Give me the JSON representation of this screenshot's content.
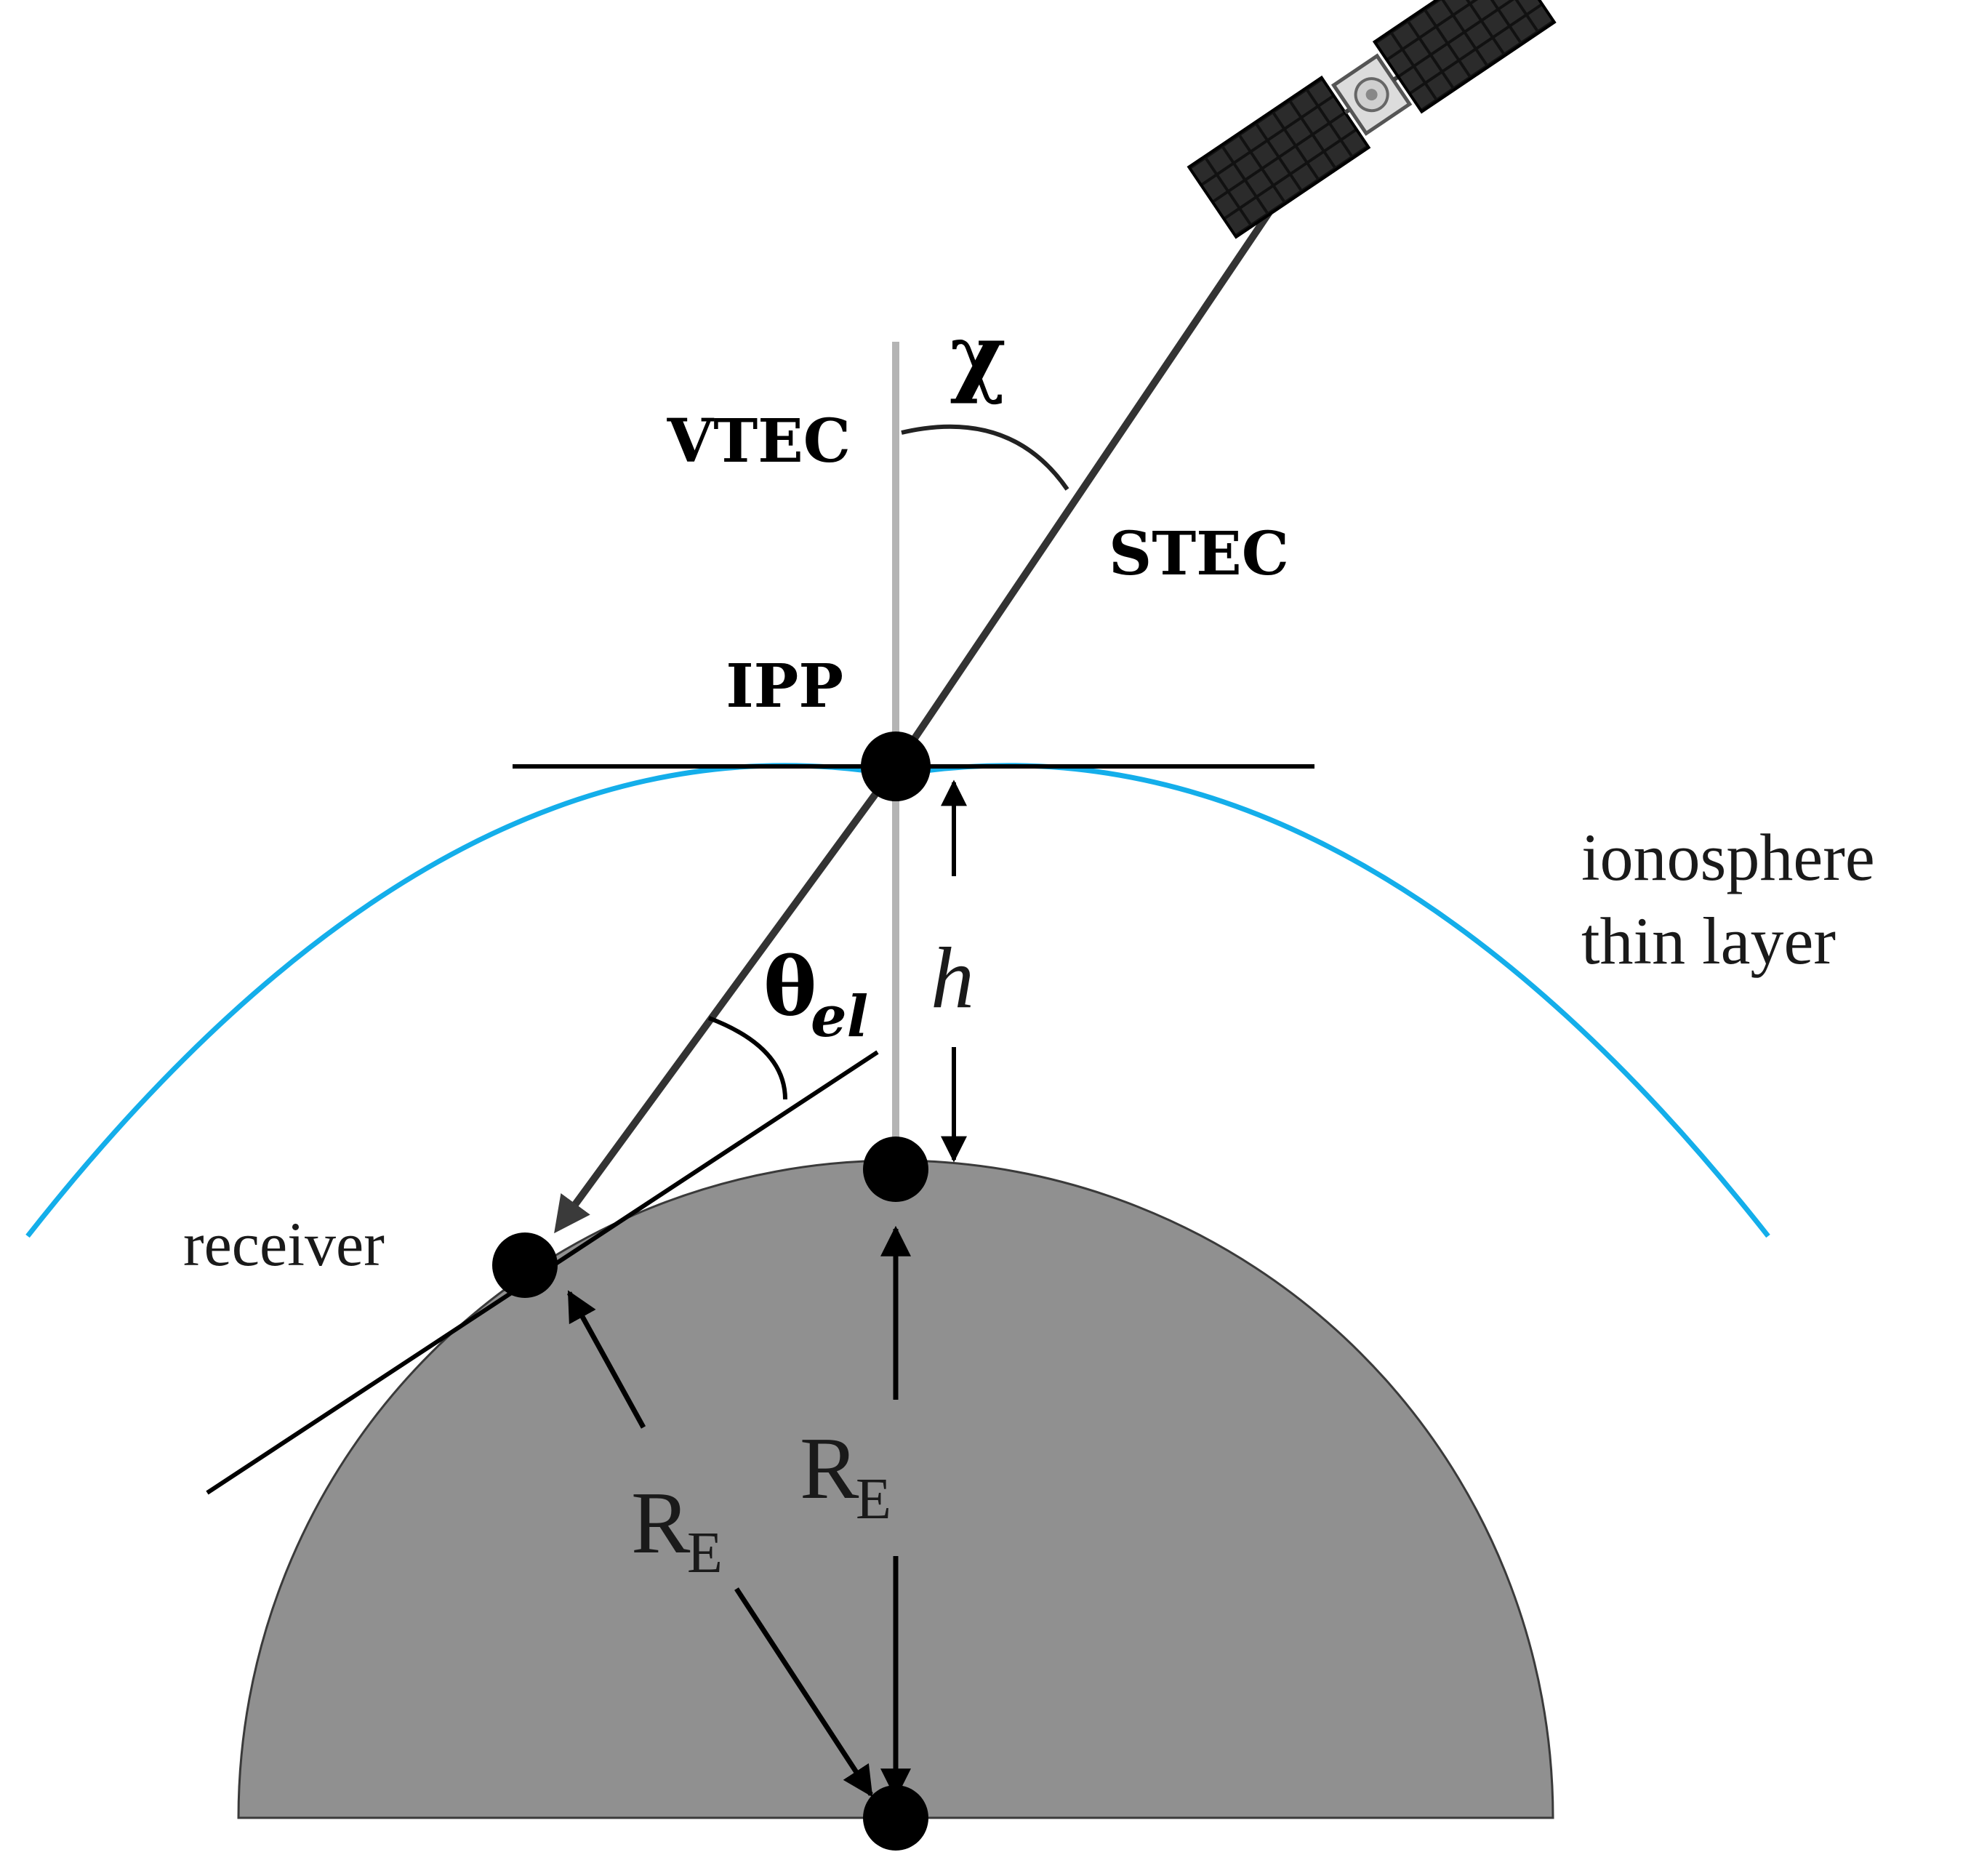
{
  "labels": {
    "chi": "χ",
    "vtec": "VTEC",
    "stec": "STEC",
    "ipp": "IPP",
    "ionosphere_line1": "ionosphere",
    "ionosphere_line2": "thin layer",
    "theta_symbol": "θ",
    "theta_subscript": "el",
    "height": "h",
    "receiver": "receiver",
    "earth_radius_left_main": "R",
    "earth_radius_left_sub": "E",
    "earth_radius_center_main": "R",
    "earth_radius_center_sub": "E"
  },
  "colors": {
    "background": "#ffffff",
    "earth_fill": "#909090",
    "ionosphere_stroke": "#14aeea",
    "vertical_line": "#b4b4b4",
    "signal_path": "#333333",
    "ink": "#000000"
  },
  "icons": {
    "satellite": "satellite-icon"
  }
}
